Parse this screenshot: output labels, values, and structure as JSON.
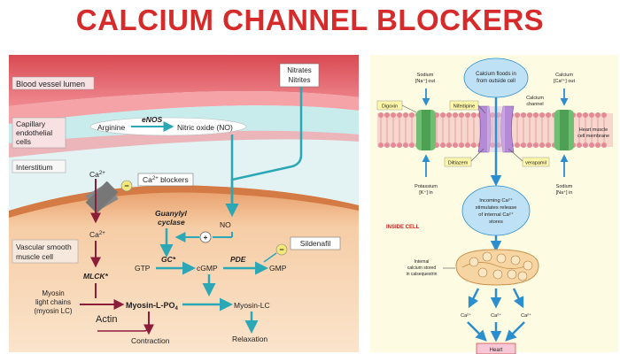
{
  "title": "CALCIUM CHANNEL BLOCKERS",
  "left": {
    "regions": {
      "lumen": "Blood vessel lumen",
      "capillary": [
        "Capillary",
        "endothelial",
        "cells"
      ],
      "interstitium": "Interstitium",
      "vsm": [
        "Vascular smooth",
        "muscle cell"
      ]
    },
    "nitrates": [
      "Nitrates",
      "Nitrites"
    ],
    "arginine": "Arginine",
    "enos": "eNOS",
    "no_full": "Nitric oxide (NO)",
    "ca_top": "Ca",
    "ca_mid": "Ca",
    "ca_sup": "2+",
    "ca_blockers_label": "Ca",
    "ca_blockers_sup": "2+",
    "ca_blockers_rest": " blockers",
    "minus": "−",
    "plus": "+",
    "gc": [
      "Guanylyl",
      "cyclase"
    ],
    "no": "NO",
    "sildenafil": "Sildenafil",
    "gc_star": "GC*",
    "pde": "PDE",
    "gtp": "GTP",
    "cgmp": "cGMP",
    "gmp": "GMP",
    "mlck": "MLCK*",
    "myosin_chains": [
      "Myosin",
      "light chains",
      "(myosin LC)"
    ],
    "myosin_lpo4": "Myosin-L-PO",
    "po4_sub": "4",
    "myosin_lc": "Myosin-LC",
    "actin": "Actin",
    "contraction": "Contraction",
    "relaxation": "Relaxation"
  },
  "right": {
    "calcium_floods": [
      "Calcium floods in",
      "from outside cell"
    ],
    "sodium_out": [
      "Sodium",
      "[Na⁺] out"
    ],
    "calcium_out": [
      "Calcium",
      "[Ca²⁺] out"
    ],
    "calcium_channel": [
      "Calcium",
      "channel"
    ],
    "digoxin": "Digoxin",
    "nifedipine": "Nifedipine",
    "heart_muscle": [
      "Heart muscle",
      "cell membrane"
    ],
    "diltiazem": "Diltiazem",
    "verapamil": "verapamil",
    "potassium_in": [
      "Potassium",
      "[K⁺] in"
    ],
    "sodium_in": [
      "Sodium",
      "[Na⁺] in"
    ],
    "incoming": [
      "Incoming Ca²⁺",
      "stimulates release",
      "of internal Ca²⁺",
      "stores"
    ],
    "inside_cell": "INSIDE CELL",
    "internal_calcium": [
      "Internal",
      "calcium stored",
      "in calsequestrin"
    ],
    "ca_ion": "Ca²⁺",
    "heart": "Heart"
  },
  "colors": {
    "title": "#d62b2b",
    "lumen": "#e25b62",
    "endothelial": "#f39aa1",
    "interstitium": "#dff1f1",
    "smooth_muscle": "#f1b88a",
    "arrow_teal": "#2ba7b5",
    "arrow_maroon": "#8b1d3b",
    "membrane_pink": "#f2b2b8",
    "channel_purple": "#b58ad6",
    "right_bg": "#fdfbe1",
    "oval_blue": "#bfe1f5",
    "arrow_blue": "#2b8ecf"
  }
}
